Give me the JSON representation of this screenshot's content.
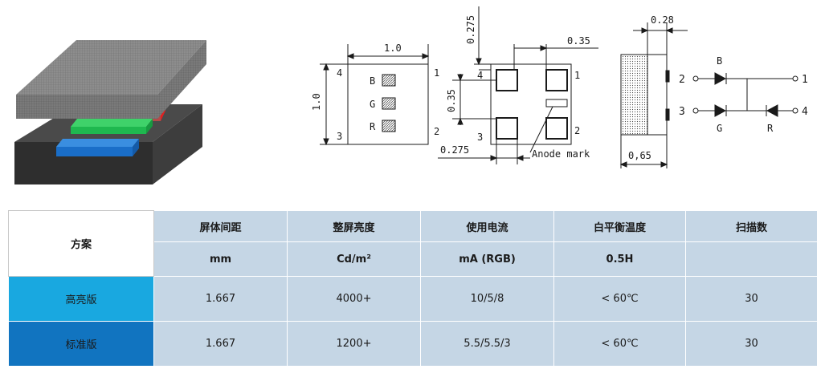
{
  "colors": {
    "red_chip": "#c23a3a",
    "green_chip": "#1fb84f",
    "blue_chip": "#1a6ec8",
    "base_dark": "#3a3a3a",
    "header_bg": "#c5d6e5",
    "high_row": "#19a8e0",
    "std_row": "#1174c0"
  },
  "diagram": {
    "top_view": {
      "width_dim": "1.0",
      "height_dim": "1.0",
      "pins": [
        "1",
        "2",
        "3",
        "4"
      ],
      "chips": [
        "B",
        "G",
        "R"
      ]
    },
    "bottom_view": {
      "dims": [
        "0.275",
        "0.35",
        "0.35",
        "0.275"
      ],
      "pins": [
        "1",
        "2",
        "3",
        "4"
      ],
      "anode_label": "Anode mark"
    },
    "side_view": {
      "top_dim": "0.28",
      "bottom_dim": "0,65"
    },
    "circuit": {
      "pins_left": [
        "2",
        "3"
      ],
      "pins_right": [
        "1",
        "4"
      ],
      "diodes": [
        "B",
        "G",
        "R"
      ]
    }
  },
  "table": {
    "scheme_header": "方案",
    "headers": [
      "屏体间距",
      "整屏亮度",
      "使用电流",
      "白平衡温度",
      "扫描数"
    ],
    "units": [
      "mm",
      "Cd/m²",
      "mA (RGB)",
      "0.5H",
      ""
    ],
    "rows": [
      {
        "label": "高亮版",
        "values": [
          "1.667",
          "4000+",
          "10/5/8",
          "< 60℃",
          "30"
        ]
      },
      {
        "label": "标准版",
        "values": [
          "1.667",
          "1200+",
          "5.5/5.5/3",
          "< 60℃",
          "30"
        ]
      }
    ]
  }
}
